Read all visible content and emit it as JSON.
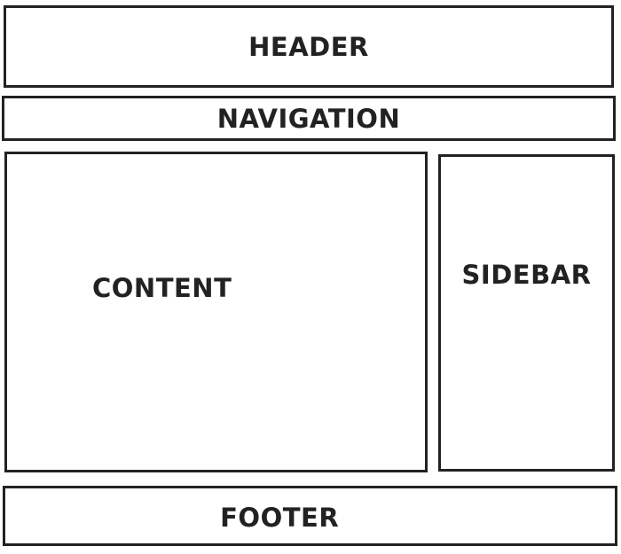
{
  "layout": {
    "header": {
      "label": "HEADER"
    },
    "navigation": {
      "label": "NAVIGATION"
    },
    "content": {
      "label": "CONTENT"
    },
    "sidebar": {
      "label": "SIDEBAR"
    },
    "footer": {
      "label": "FOOTER"
    }
  },
  "colors": {
    "stroke": "#222222",
    "background": "#ffffff"
  }
}
